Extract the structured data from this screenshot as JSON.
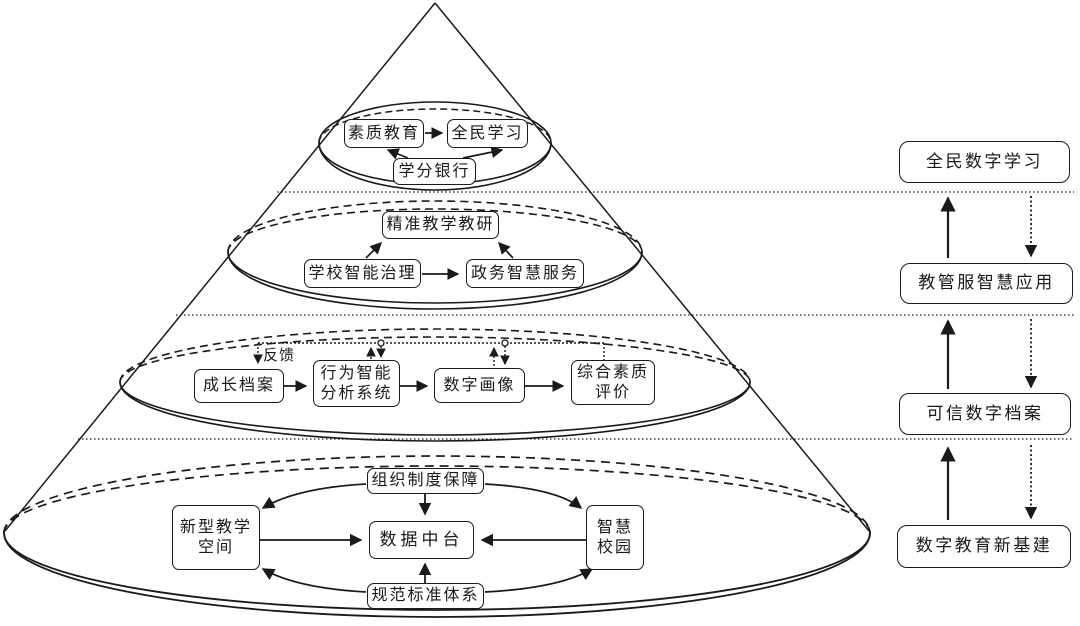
{
  "figure": {
    "type": "layered-pyramid-diagram",
    "colors": {
      "ink": "#1a1a1a",
      "background": "#ffffff"
    },
    "pyramid": {
      "tier1_top": {
        "quality_education": "素质教育",
        "lifelong_learning": "全民学习",
        "credit_bank": "学分银行"
      },
      "tier2": {
        "precision_teaching_research": "精准教学教研",
        "school_smart_governance": "学校智能治理",
        "gov_smart_services": "政务智慧服务"
      },
      "tier3": {
        "feedback_label": "反馈",
        "growth_archive": "成长档案",
        "behavior_ai_line1": "行为智能",
        "behavior_ai_line2": "分析系统",
        "digital_portrait": "数字画像",
        "comprehensive_eval_line1": "综合素质",
        "comprehensive_eval_line2": "评价"
      },
      "tier4_base": {
        "org_institution_support": "组织制度保障",
        "new_teaching_space_line1": "新型教学",
        "new_teaching_space_line2": "空间",
        "data_middle_platform": "数据中台",
        "smart_campus_line1": "智慧",
        "smart_campus_line2": "校园",
        "standards_system": "规范标准体系"
      }
    },
    "right_column": {
      "items": [
        {
          "label": "全民数字学习"
        },
        {
          "label": "教管服智慧应用"
        },
        {
          "label": "可信数字档案"
        },
        {
          "label": "数字教育新基建"
        }
      ]
    }
  }
}
